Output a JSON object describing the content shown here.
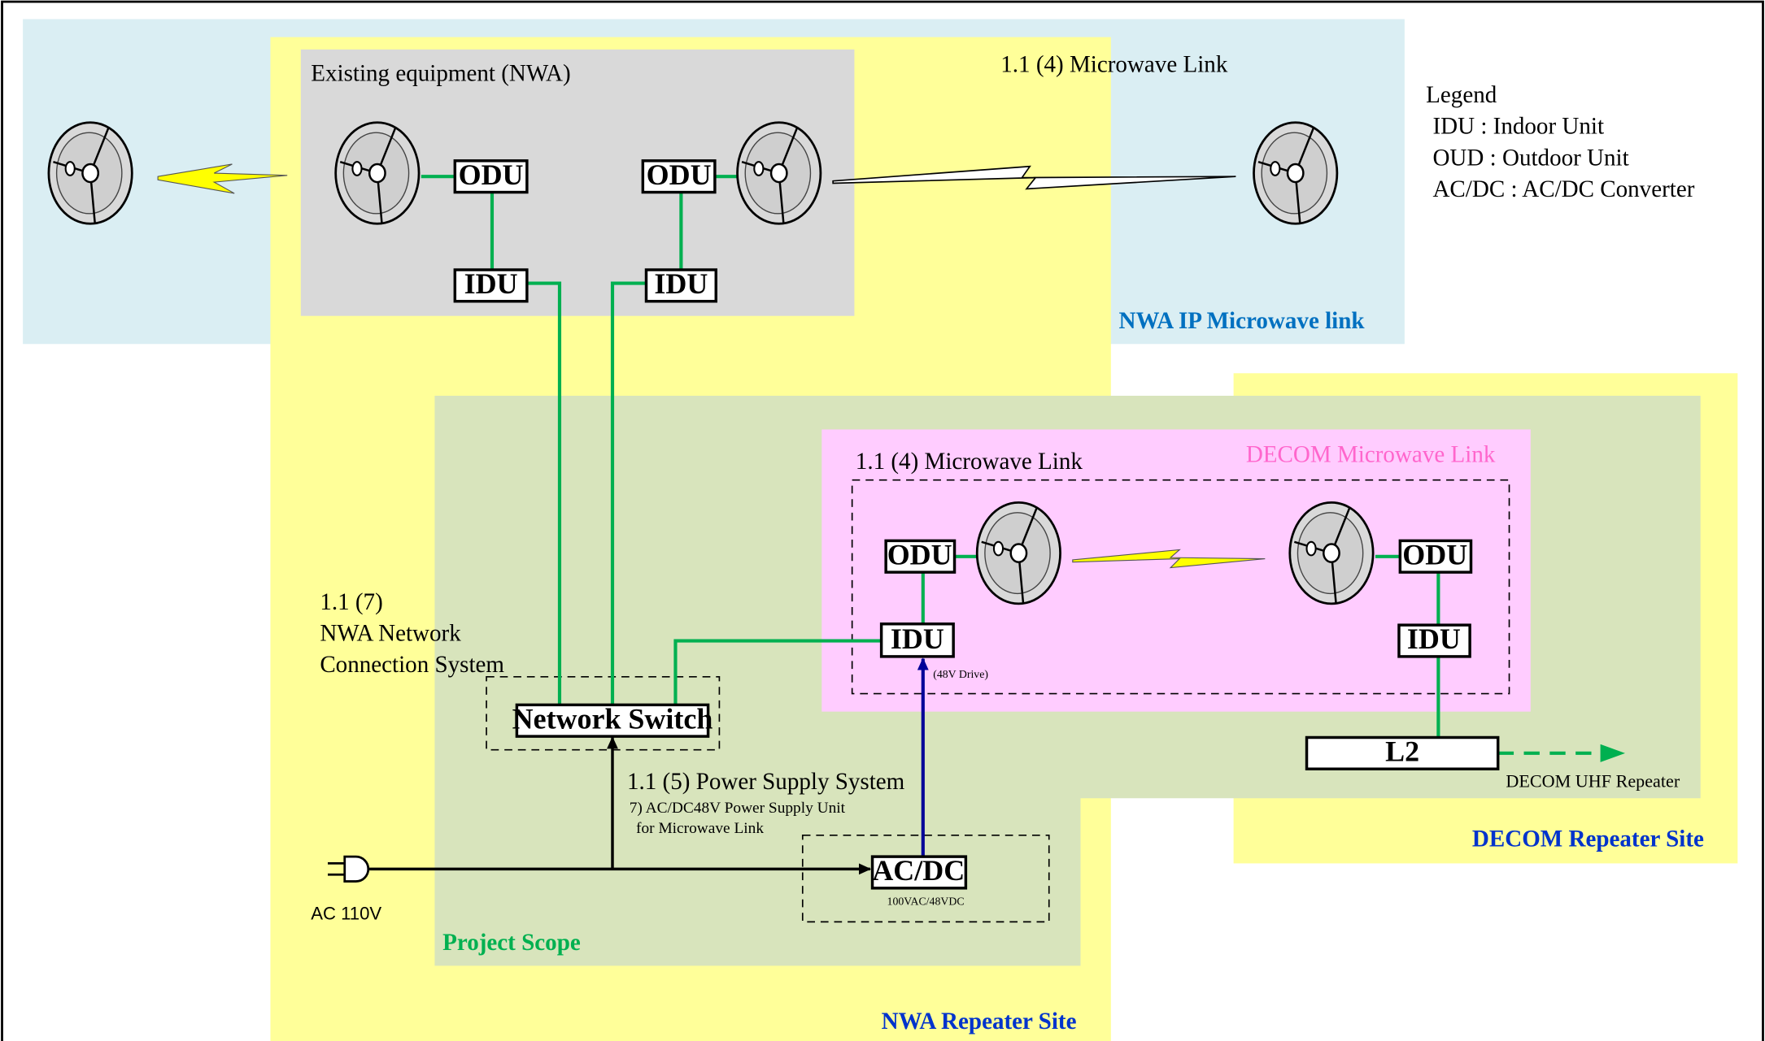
{
  "colors": {
    "nwa_ip_region": "#daeef3",
    "nwa_repeater_region": "#ffff99",
    "project_scope_region": "#d8e4bc",
    "decom_region": "#ffccff",
    "existing_eq_region": "#d9d9d9",
    "link_line": "#00b050",
    "power_arrow": "#000099",
    "title_blue": "#0070c0",
    "title_navy": "#0033cc",
    "title_green": "#00b050",
    "title_pink": "#ff66cc",
    "lightning": "#ffff00"
  },
  "regions": {
    "nwa_ip_link": "NWA IP Microwave link",
    "nwa_repeater_site": "NWA Repeater Site",
    "project_scope": "Project Scope",
    "decom_repeater_site": "DECOM Repeater Site",
    "decom_microwave_link": "DECOM Microwave Link",
    "existing_equipment": "Existing equipment (NWA)"
  },
  "labels": {
    "top_microwave_link": "1.1 (4) Microwave Link",
    "decom_microwave_link": "1.1 (4) Microwave Link",
    "network_connection_line1": "1.1 (7)",
    "network_connection_line2": "NWA Network",
    "network_connection_line3": "Connection System",
    "power_supply_system": "1.1 (5) Power Supply System",
    "power_supply_unit_line1": "7) AC/DC48V Power Supply Unit",
    "power_supply_unit_line2": "for Microwave Link",
    "drive_note": "(48V Drive)",
    "acdc_note": "100VAC/48VDC",
    "ac_input": "AC 110V",
    "decom_uhf": "DECOM UHF Repeater"
  },
  "boxes": {
    "odu": "ODU",
    "idu": "IDU",
    "network_switch": "Network Switch",
    "acdc": "AC/DC",
    "l2": "L2"
  },
  "legend": {
    "title": "Legend",
    "items": [
      "IDU : Indoor Unit",
      "OUD : Outdoor Unit",
      "AC/DC : AC/DC Converter"
    ]
  },
  "icons": [
    "dish-antenna-icon",
    "lightning-icon",
    "ac-plug-icon"
  ]
}
